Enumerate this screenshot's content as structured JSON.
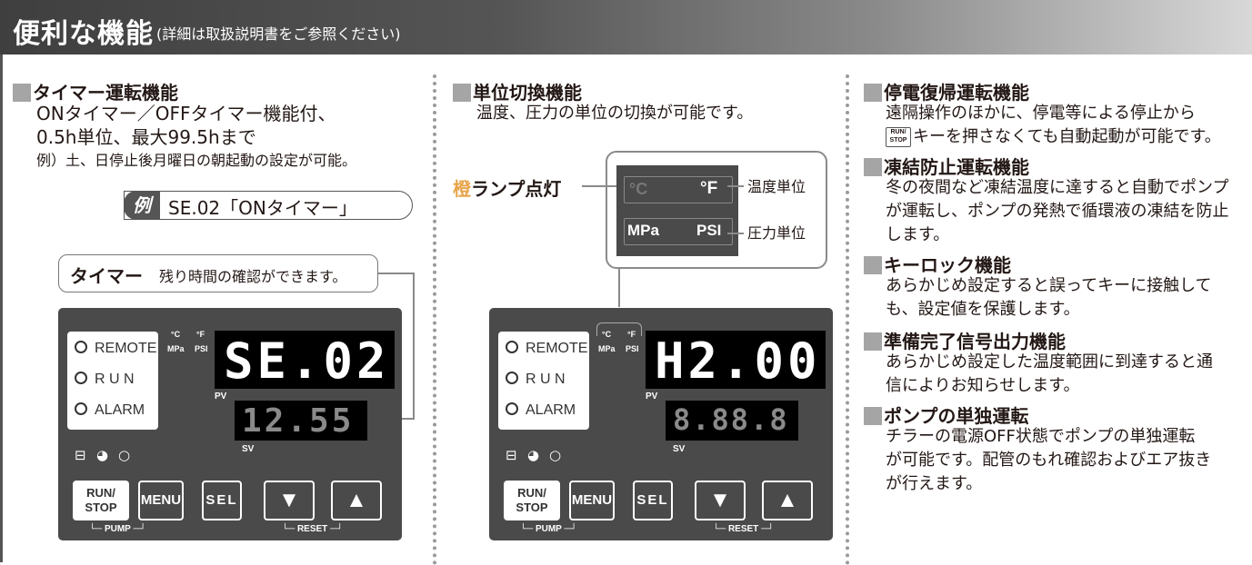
{
  "header": {
    "title": "便利な機能",
    "subtitle": "(詳細は取扱説明書をご参照ください)"
  },
  "col1": {
    "heading": "タイマー運転機能",
    "lines": [
      "ONタイマー／OFFタイマー機能付、",
      "0.5h単位、最大99.5hまで"
    ],
    "example_note": "例）土、日停止後月曜日の朝起動の設定が可能。",
    "example_tag": "例",
    "example_title": "SE.02「ONタイマー」",
    "callout_label": "タイマー",
    "callout_text": "残り時間の確認ができます。"
  },
  "col2": {
    "heading": "単位切換機能",
    "text": "温度、圧力の単位の切換が可能です。",
    "orange_prefix": "橙",
    "orange_rest": "ランプ点灯",
    "unit_c": "°C",
    "unit_f": "°F",
    "unit_mpa": "MPa",
    "unit_psi": "PSI",
    "temp_label": "温度単位",
    "press_label": "圧力単位"
  },
  "panel1": {
    "pv": "SE.02",
    "sv": "12.55"
  },
  "panel2": {
    "pv": "H2.00",
    "sv": "8.88.8"
  },
  "panel": {
    "lamp_remote": "REMOTE",
    "lamp_run": "R U N",
    "lamp_alarm": "ALARM",
    "unit_c": "°C",
    "unit_f": "°F",
    "unit_mpa": "MPa",
    "unit_psi": "PSI",
    "pv_label": "PV",
    "sv_label": "SV",
    "btn_run_1": "RUN/",
    "btn_run_2": "STOP",
    "btn_menu": "MENU",
    "btn_sel": "SEL",
    "pump": "PUMP",
    "reset": "RESET"
  },
  "col3": {
    "sections": [
      {
        "heading": "停電復帰運転機能",
        "lines": [
          "遠隔操作のほかに、停電等による停止から",
          "キーを押さなくても自動起動が可能です。"
        ],
        "key_1": "RUN/",
        "key_2": "STOP"
      },
      {
        "heading": "凍結防止運転機能",
        "lines": [
          "冬の夜間など凍結温度に達すると自動でポンプ",
          "が運転し、ポンプの発熱で循環液の凍結を防止",
          "します。"
        ]
      },
      {
        "heading": "キーロック機能",
        "lines": [
          "あらかじめ設定すると誤ってキーに接触して",
          "も、設定値を保護します。"
        ]
      },
      {
        "heading": "準備完了信号出力機能",
        "lines": [
          "あらかじめ設定した温度範囲に到達すると通",
          "信によりお知らせします。"
        ]
      },
      {
        "heading": "ポンプの単独運転",
        "lines": [
          "チラーの電源OFF状態でポンプの単独運転",
          "が可能です。配管のもれ確認およびエア抜き",
          "が行えます。"
        ]
      }
    ]
  }
}
